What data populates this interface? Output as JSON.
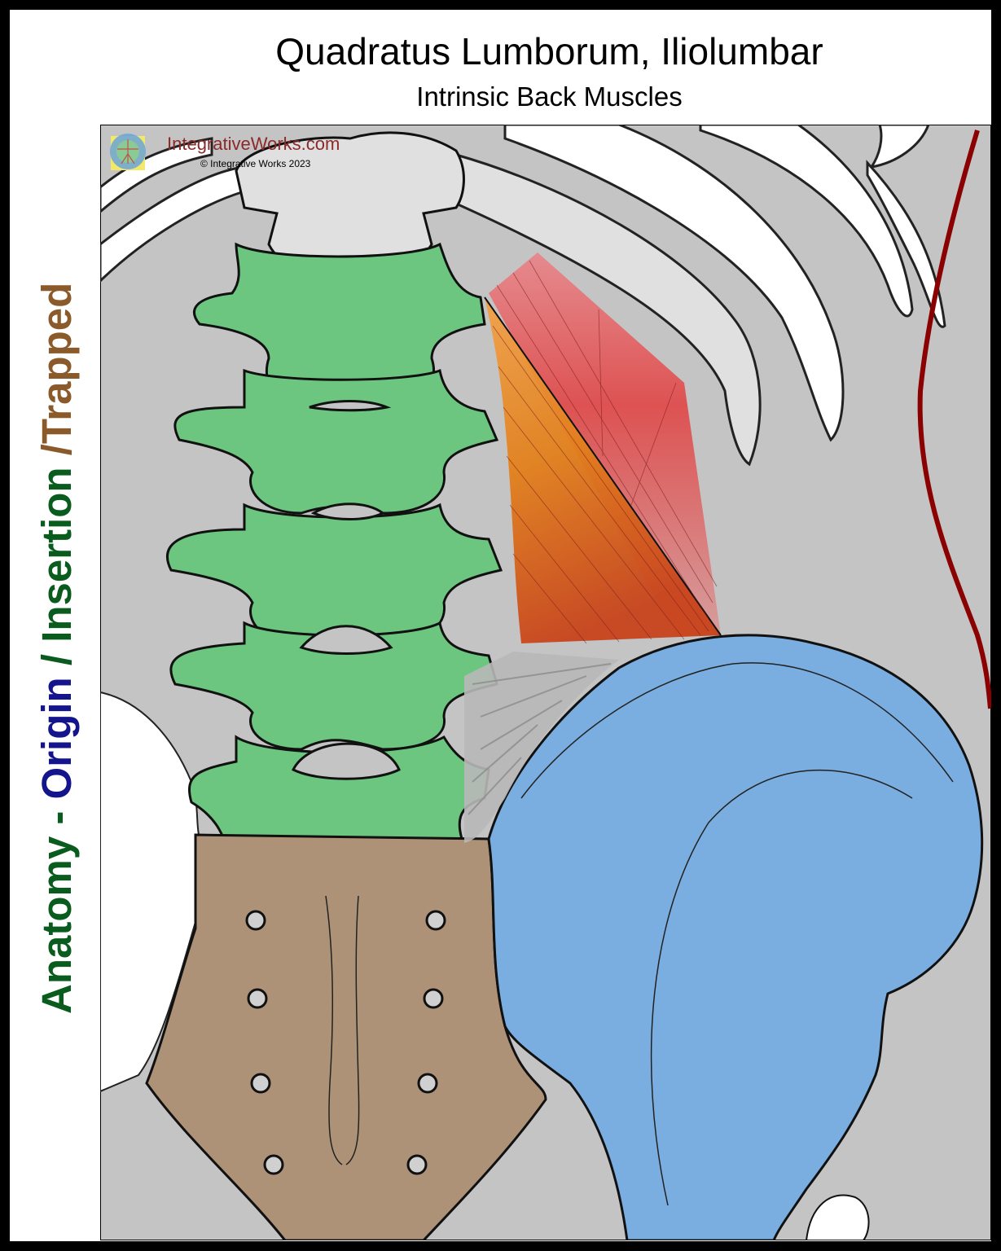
{
  "header": {
    "title": "Quadratus Lumborum, Iliolumbar",
    "subtitle": "Intrinsic Back Muscles"
  },
  "side_label": {
    "part1": "Anatomy - ",
    "part2": "Origin",
    "part3": " / ",
    "part4": "Insertion",
    "part5": " /Trapped"
  },
  "watermark": {
    "brand": "IntegrativeWorks.com",
    "copyright": "© Integrative Works 2023"
  },
  "colors": {
    "anatomy": "#0a5c1e",
    "origin": "#14148c",
    "insertion": "#0a5c1e",
    "trapped": "#8b5a2b",
    "vertebrae": "#6cc67f",
    "ilium": "#7aaee0",
    "sacrum": "#ad9278",
    "background": "#c4c4c4",
    "muscle_red": "#e04848",
    "muscle_orange": "#e2801c",
    "skin_line": "#8b0000"
  }
}
